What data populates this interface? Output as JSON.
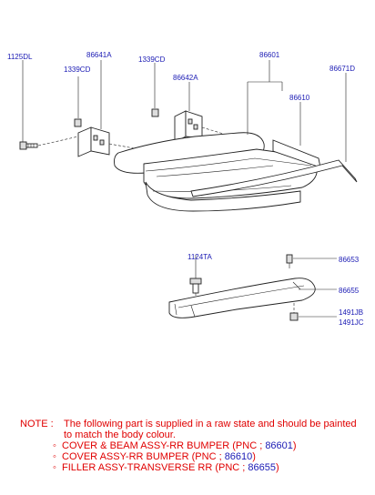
{
  "callouts": {
    "c1125DL": "1125DL",
    "c86641A": "86641A",
    "c1339CD_a": "1339CD",
    "c1339CD_b": "1339CD",
    "c86642A": "86642A",
    "c86601": "86601",
    "c86610": "86610",
    "c86671D": "86671D",
    "c1124TA": "1124TA",
    "c86653": "86653",
    "c86655": "86655",
    "c1491JB": "1491JB",
    "c1491JC": "1491JC"
  },
  "note": {
    "label": "NOTE :",
    "text": "The following part is supplied in a raw state and should be painted to match the body colour.",
    "bullet": "◦",
    "items": [
      {
        "text": "COVER & BEAM ASSY-RR BUMPER (PNC ; ",
        "pnc": "86601",
        "close": ")"
      },
      {
        "text": "COVER ASSY-RR BUMPER (PNC ; ",
        "pnc": "86610",
        "close": ")"
      },
      {
        "text": "FILLER ASSY-TRANSVERSE RR (PNC ; ",
        "pnc": "86655",
        "close": ")"
      }
    ]
  },
  "colors": {
    "note": "#e00000",
    "part_number": "#1a1ab4"
  }
}
